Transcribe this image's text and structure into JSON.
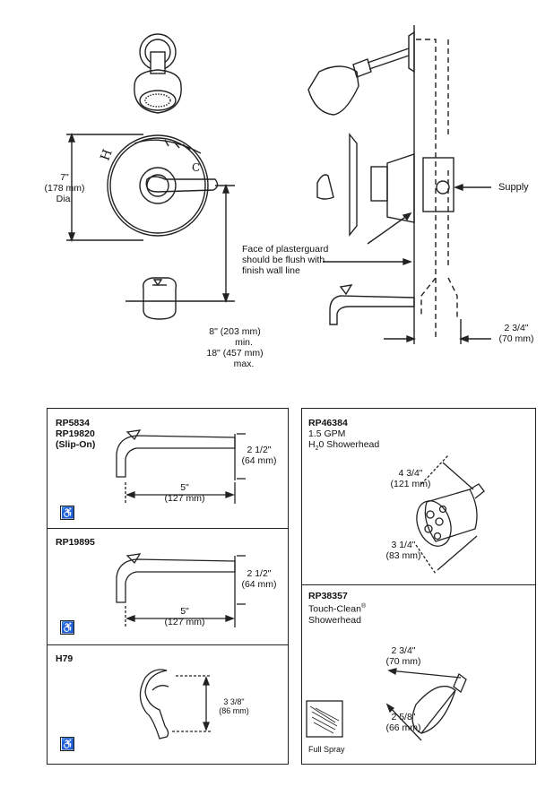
{
  "top": {
    "diameter": [
      "7\"",
      "(178 mm)",
      "Dia."
    ],
    "height_min": [
      "8\" (203 mm)",
      "min."
    ],
    "height_max": [
      "18\" (457 mm)",
      "max."
    ],
    "plasterguard": [
      "Face of plasterguard",
      "should be flush with",
      "finish wall line"
    ],
    "supply": "Supply",
    "depth": [
      "2 3/4\"",
      "(70 mm)"
    ],
    "handle_letters": [
      "H",
      "C"
    ]
  },
  "panels": {
    "rp5834": {
      "models": [
        "RP5834",
        "RP19820",
        "(Slip-On)"
      ],
      "height": [
        "2 1/2\"",
        "(64 mm)"
      ],
      "length": [
        "5\"",
        "(127 mm)"
      ]
    },
    "rp19895": {
      "model": "RP19895",
      "height": [
        "2 1/2\"",
        "(64 mm)"
      ],
      "length": [
        "5\"",
        "(127 mm)"
      ]
    },
    "h79": {
      "model": "H79",
      "height": [
        "3 3/8\"",
        "(86 mm)"
      ]
    },
    "rp46384": {
      "model": "RP46384",
      "flow": "1.5 GPM",
      "desc_pre": "H",
      "desc_sub": "2",
      "desc_post": "0 Showerhead",
      "length": [
        "4 3/4\"",
        "(121 mm)"
      ],
      "dia": [
        "3 1/4\"",
        "(83 mm)"
      ]
    },
    "rp38357": {
      "model": "RP38357",
      "desc": "Touch-Clean",
      "reg": "®",
      "desc2": "Showerhead",
      "length": [
        "2 3/4\"",
        "(70 mm)"
      ],
      "dia": [
        "2 5/8\"",
        "(66 mm)"
      ],
      "spray_label": "Full Spray"
    }
  },
  "ada_symbol": "♿"
}
